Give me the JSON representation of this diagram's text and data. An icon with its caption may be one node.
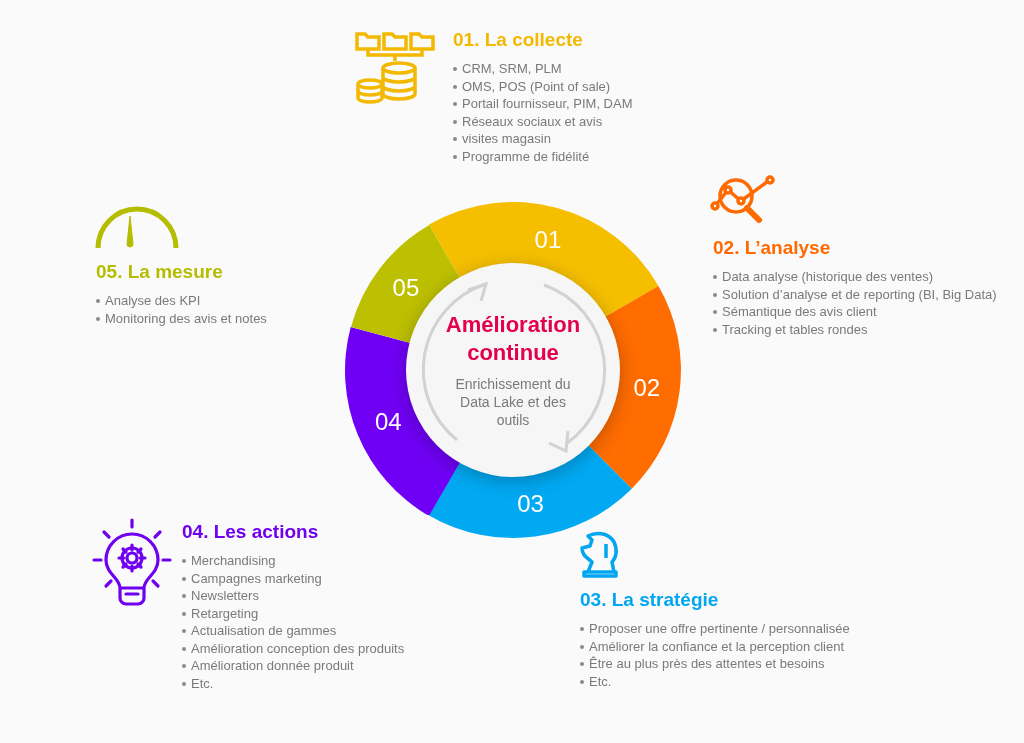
{
  "diagram": {
    "nodes": [
      {
        "text": [
          "Amélioration continue",
          "Enrichissement du Data Lake et des outils"
        ]
      },
      {
        "text": [
          "01"
        ]
      },
      {
        "text": [
          "02"
        ]
      },
      {
        "text": [
          "03"
        ]
      },
      {
        "text": [
          "04"
        ]
      },
      {
        "text": [
          "05"
        ]
      },
      {
        "text": [
          "01. La collecte",
          "CRM, SRM, PLM",
          "OMS, POS (Point of sale)",
          "Portail fournisseur, PIM, DAM",
          "Réseaux sociaux et avis",
          "visites magasin",
          "Programme de fidélité"
        ]
      },
      {
        "text": [
          "02. L’analyse",
          "Data analyse (historique des ventes)",
          "Solution d’analyse et de reporting (BI, Big Data)",
          "Sémantique des avis client",
          "Tracking et tables rondes"
        ]
      },
      {
        "text": [
          "03. La stratégie",
          "Proposer une offre pertinente / personnalisée",
          "Améliorer la confiance et la perception client",
          "Être au plus près des attentes et besoins",
          "Etc."
        ]
      },
      {
        "text": [
          "04. Les actions",
          "Merchandising",
          "Campagnes marketing",
          "Newsletters",
          "Retargeting",
          "Actualisation de gammes",
          "Amélioration conception des produits",
          "Amélioration donnée produit",
          "Etc."
        ]
      },
      {
        "text": [
          "05. La mesure",
          "Analyse des KPI",
          "Monitoring des avis et notes"
        ]
      }
    ],
    "edges": []
  }
}
